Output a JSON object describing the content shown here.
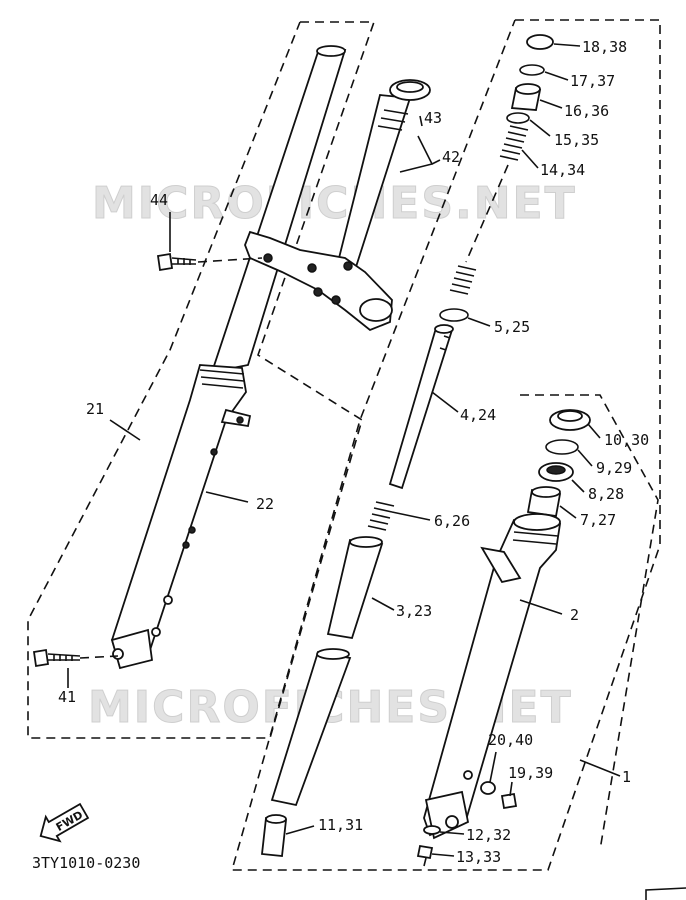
{
  "watermark": "MICROFICHES.NET",
  "diagram_code": "3TY1010-0230",
  "fwd_label": "FWD",
  "labels": {
    "l1": "1",
    "l2": "2",
    "l3": "3,23",
    "l4": "4,24",
    "l5": "5,25",
    "l6": "6,26",
    "l7": "7,27",
    "l8": "8,28",
    "l9": "9,29",
    "l10": "10,30",
    "l11": "11,31",
    "l12": "12,32",
    "l13": "13,33",
    "l14": "14,34",
    "l15": "15,35",
    "l16": "16,36",
    "l17": "17,37",
    "l18": "18,38",
    "l19": "19,39",
    "l20": "20,40",
    "l21": "21",
    "l22": "22",
    "l41": "41",
    "l42": "42",
    "l43": "43",
    "l44": "44"
  }
}
